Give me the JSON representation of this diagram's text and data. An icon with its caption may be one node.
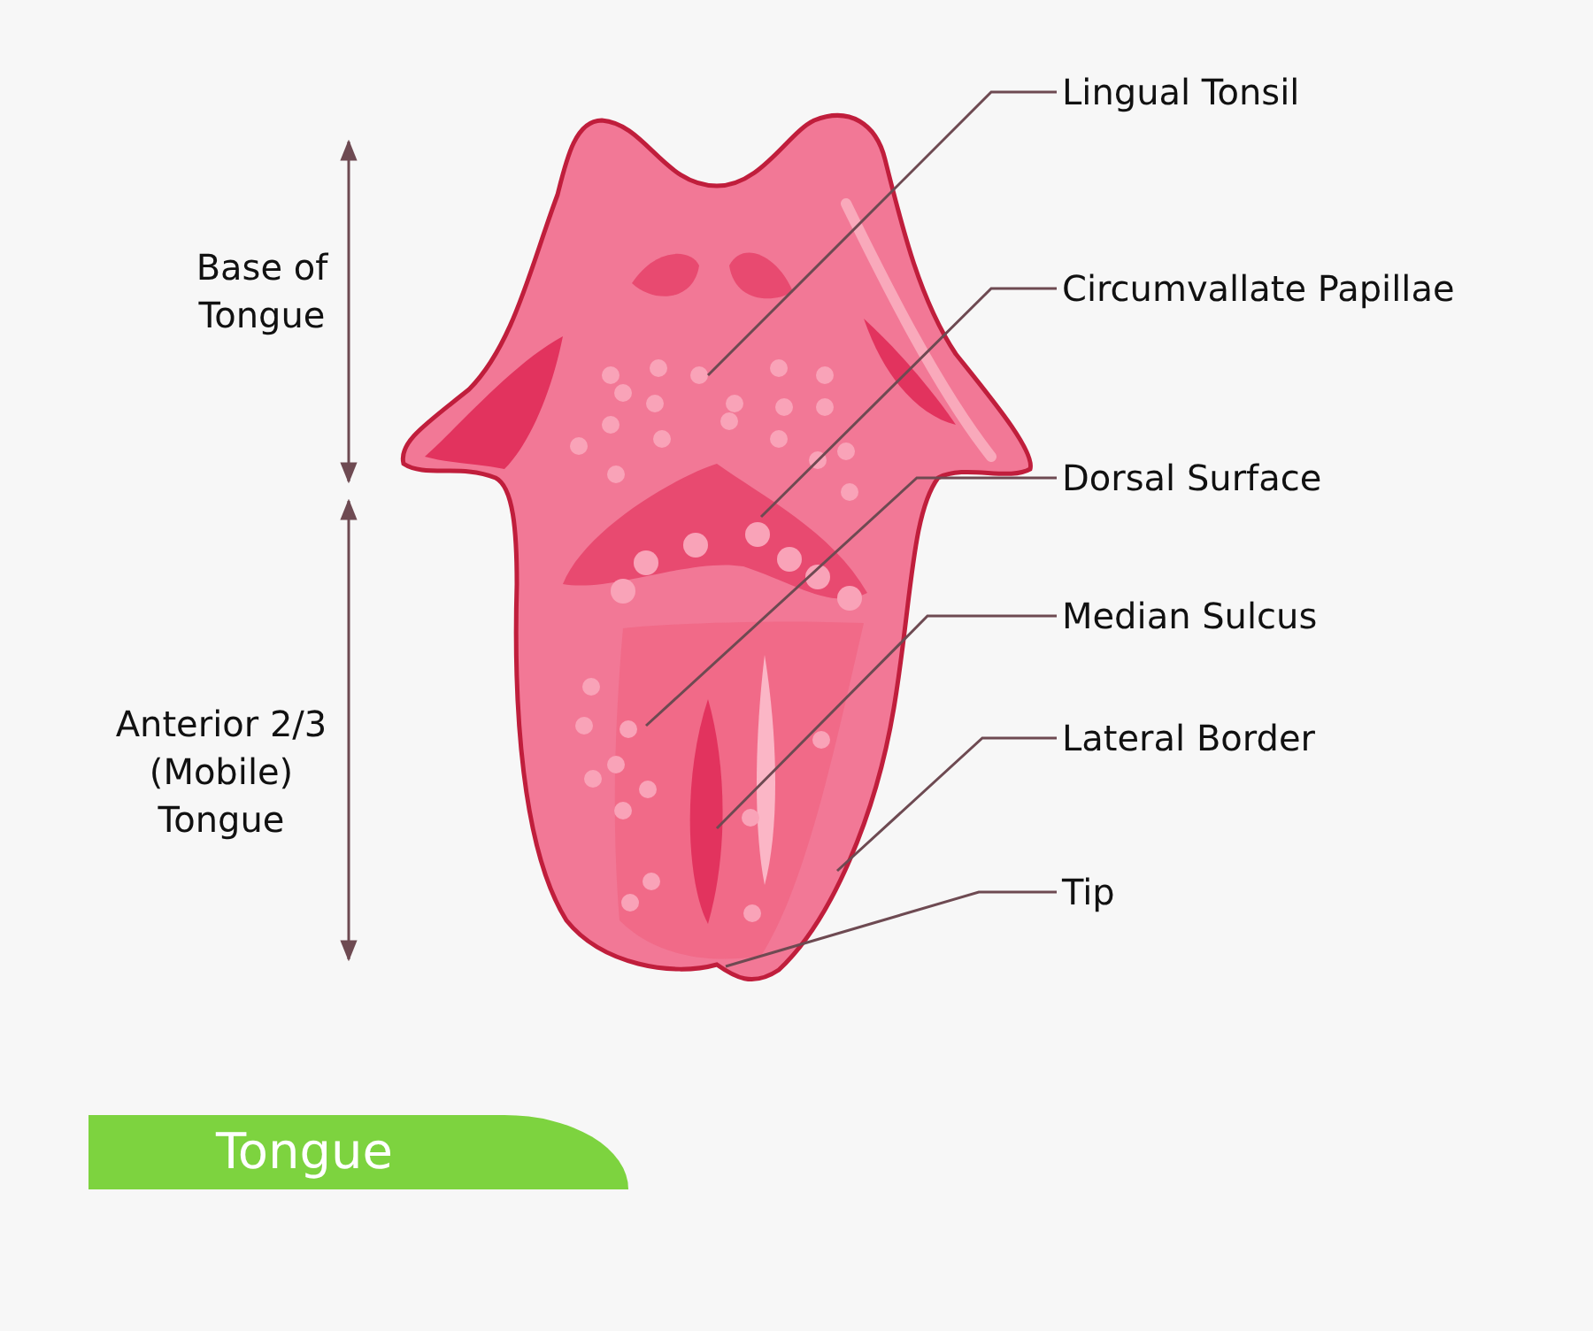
{
  "diagram": {
    "title": "Tongue",
    "nodes": [
      {
        "text": [
          "Lingual Tonsil"
        ]
      },
      {
        "text": [
          "Circumvallate Papillae"
        ]
      },
      {
        "text": [
          "Dorsal Surface"
        ]
      },
      {
        "text": [
          "Median Sulcus"
        ]
      },
      {
        "text": [
          "Lateral Border"
        ]
      },
      {
        "text": [
          "Tip"
        ]
      }
    ],
    "edges": [
      {
        "from": 0,
        "to": null,
        "arrow": "none"
      },
      {
        "from": 1,
        "to": null,
        "arrow": "none"
      },
      {
        "from": 2,
        "to": null,
        "arrow": "none"
      },
      {
        "from": 3,
        "to": null,
        "arrow": "none"
      },
      {
        "from": 4,
        "to": null,
        "arrow": "none"
      },
      {
        "from": 5,
        "to": null,
        "arrow": "none"
      }
    ],
    "labels": [
      "Base of Tongue",
      "Anterior 2/3 (Mobile) Tongue"
    ]
  }
}
